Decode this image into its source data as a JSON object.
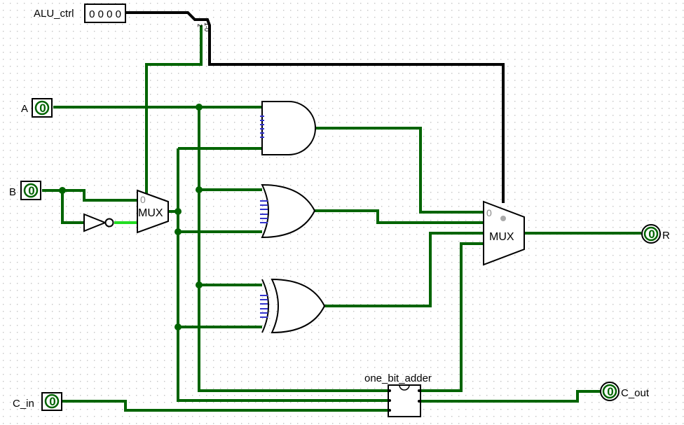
{
  "colors": {
    "wire": "#006400",
    "wire_active": "#22dd22",
    "bus": "#000000",
    "grid_dot": "#c4c4c4",
    "input_stub": "#3333cc",
    "background": "#ffffff"
  },
  "inputs": {
    "alu_ctrl": {
      "label": "ALU_ctrl",
      "value": "0 0 0 0"
    },
    "a": {
      "label": "A",
      "value": "0"
    },
    "b": {
      "label": "B",
      "value": "0"
    },
    "c_in": {
      "label": "C_in",
      "value": "0"
    }
  },
  "outputs": {
    "r": {
      "label": "R",
      "value": "0"
    },
    "c_out": {
      "label": "C_out",
      "value": "0"
    }
  },
  "splitter": {
    "bit_labels": [
      "2",
      "1-0"
    ]
  },
  "mux_b": {
    "label": "MUX",
    "select_index": "0"
  },
  "mux_out": {
    "label": "MUX",
    "select_index": "0"
  },
  "adder": {
    "label": "one_bit_adder"
  },
  "gates": [
    "and-gate",
    "or-gate",
    "xor-gate",
    "not-gate"
  ]
}
